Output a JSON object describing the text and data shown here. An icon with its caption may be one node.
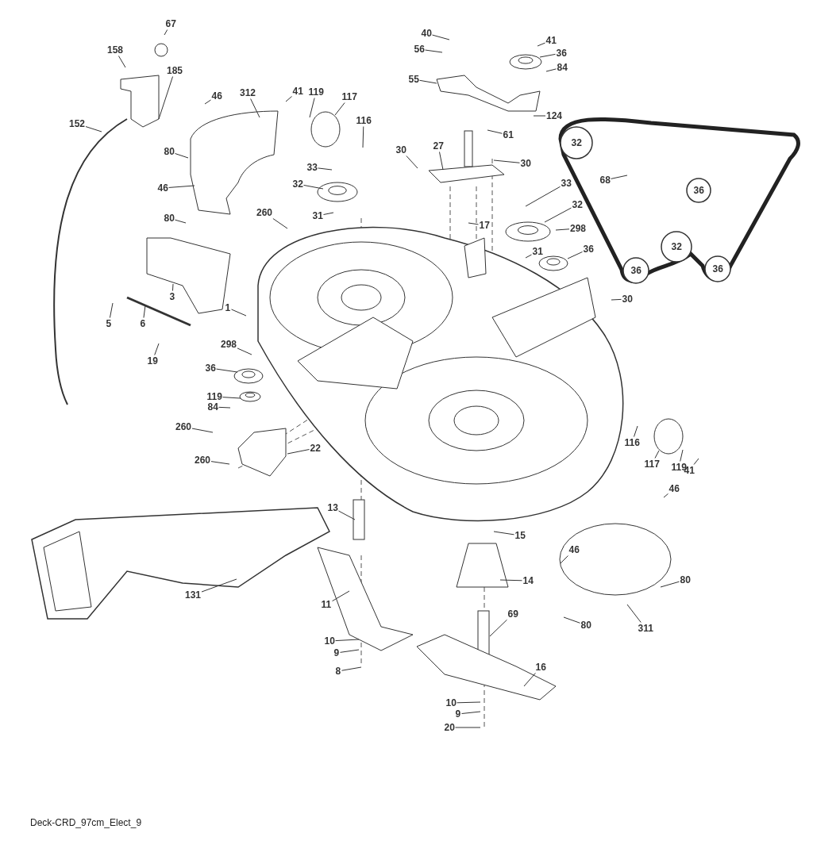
{
  "diagram": {
    "caption": "Deck-CRD_97cm_Elect_9",
    "nodes": [
      {
        "text": [
          "67"
        ]
      },
      {
        "text": [
          "158"
        ]
      },
      {
        "text": [
          "185"
        ]
      },
      {
        "text": [
          "152"
        ]
      },
      {
        "text": [
          "46"
        ]
      },
      {
        "text": [
          "312"
        ]
      },
      {
        "text": [
          "41"
        ]
      },
      {
        "text": [
          "119"
        ]
      },
      {
        "text": [
          "117"
        ]
      },
      {
        "text": [
          "116"
        ]
      },
      {
        "text": [
          "80"
        ]
      },
      {
        "text": [
          "46"
        ]
      },
      {
        "text": [
          "80"
        ]
      },
      {
        "text": [
          "33"
        ]
      },
      {
        "text": [
          "32"
        ]
      },
      {
        "text": [
          "31"
        ]
      },
      {
        "text": [
          "260"
        ]
      },
      {
        "text": [
          "3"
        ]
      },
      {
        "text": [
          "5"
        ]
      },
      {
        "text": [
          "6"
        ]
      },
      {
        "text": [
          "19"
        ]
      },
      {
        "text": [
          "1"
        ]
      },
      {
        "text": [
          "298"
        ]
      },
      {
        "text": [
          "36"
        ]
      },
      {
        "text": [
          "119"
        ]
      },
      {
        "text": [
          "84"
        ]
      },
      {
        "text": [
          "260"
        ]
      },
      {
        "text": [
          "260"
        ]
      },
      {
        "text": [
          "22"
        ]
      },
      {
        "text": [
          "40"
        ]
      },
      {
        "text": [
          "56"
        ]
      },
      {
        "text": [
          "55"
        ]
      },
      {
        "text": [
          "41"
        ]
      },
      {
        "text": [
          "36"
        ]
      },
      {
        "text": [
          "84"
        ]
      },
      {
        "text": [
          "124"
        ]
      },
      {
        "text": [
          "61"
        ]
      },
      {
        "text": [
          "30"
        ]
      },
      {
        "text": [
          "27"
        ]
      },
      {
        "text": [
          "30"
        ]
      },
      {
        "text": [
          "17"
        ]
      },
      {
        "text": [
          "33"
        ]
      },
      {
        "text": [
          "32"
        ]
      },
      {
        "text": [
          "298"
        ]
      },
      {
        "text": [
          "31"
        ]
      },
      {
        "text": [
          "36"
        ]
      },
      {
        "text": [
          "68"
        ]
      },
      {
        "text": [
          "30"
        ]
      },
      {
        "text": [
          "116"
        ]
      },
      {
        "text": [
          "117"
        ]
      },
      {
        "text": [
          "119"
        ]
      },
      {
        "text": [
          "41"
        ]
      },
      {
        "text": [
          "46"
        ]
      },
      {
        "text": [
          "46"
        ]
      },
      {
        "text": [
          "80"
        ]
      },
      {
        "text": [
          "80"
        ]
      },
      {
        "text": [
          "311"
        ]
      },
      {
        "text": [
          "13"
        ]
      },
      {
        "text": [
          "15"
        ]
      },
      {
        "text": [
          "14"
        ]
      },
      {
        "text": [
          "131"
        ]
      },
      {
        "text": [
          "11"
        ]
      },
      {
        "text": [
          "10"
        ]
      },
      {
        "text": [
          "9"
        ]
      },
      {
        "text": [
          "8"
        ]
      },
      {
        "text": [
          "69"
        ]
      },
      {
        "text": [
          "16"
        ]
      },
      {
        "text": [
          "10"
        ]
      },
      {
        "text": [
          "9"
        ]
      },
      {
        "text": [
          "20"
        ]
      }
    ],
    "edges": [
      {
        "from": 0,
        "to": null,
        "arrow": "none"
      },
      {
        "from": 1,
        "to": null,
        "arrow": "none"
      },
      {
        "from": 2,
        "to": null,
        "arrow": "none"
      },
      {
        "from": 3,
        "to": null,
        "arrow": "none"
      },
      {
        "from": 4,
        "to": null,
        "arrow": "none"
      },
      {
        "from": 5,
        "to": null,
        "arrow": "none"
      },
      {
        "from": 6,
        "to": null,
        "arrow": "none"
      },
      {
        "from": 7,
        "to": null,
        "arrow": "none"
      },
      {
        "from": 8,
        "to": null,
        "arrow": "none"
      },
      {
        "from": 9,
        "to": null,
        "arrow": "none"
      },
      {
        "from": 10,
        "to": null,
        "arrow": "none"
      },
      {
        "from": 11,
        "to": null,
        "arrow": "none"
      },
      {
        "from": 12,
        "to": null,
        "arrow": "none"
      },
      {
        "from": 13,
        "to": null,
        "arrow": "none"
      },
      {
        "from": 14,
        "to": null,
        "arrow": "none"
      },
      {
        "from": 15,
        "to": null,
        "arrow": "none"
      },
      {
        "from": 16,
        "to": null,
        "arrow": "none"
      },
      {
        "from": 17,
        "to": null,
        "arrow": "none"
      },
      {
        "from": 18,
        "to": null,
        "arrow": "none"
      },
      {
        "from": 19,
        "to": null,
        "arrow": "none"
      },
      {
        "from": 20,
        "to": null,
        "arrow": "none"
      },
      {
        "from": 21,
        "to": null,
        "arrow": "none"
      },
      {
        "from": 22,
        "to": null,
        "arrow": "none"
      },
      {
        "from": 23,
        "to": null,
        "arrow": "none"
      },
      {
        "from": 24,
        "to": null,
        "arrow": "none"
      },
      {
        "from": 25,
        "to": null,
        "arrow": "none"
      },
      {
        "from": 26,
        "to": null,
        "arrow": "none"
      },
      {
        "from": 27,
        "to": null,
        "arrow": "none"
      },
      {
        "from": 28,
        "to": null,
        "arrow": "none"
      },
      {
        "from": 29,
        "to": null,
        "arrow": "none"
      },
      {
        "from": 30,
        "to": null,
        "arrow": "none"
      },
      {
        "from": 31,
        "to": null,
        "arrow": "none"
      },
      {
        "from": 32,
        "to": null,
        "arrow": "none"
      },
      {
        "from": 33,
        "to": null,
        "arrow": "none"
      },
      {
        "from": 34,
        "to": null,
        "arrow": "none"
      },
      {
        "from": 35,
        "to": null,
        "arrow": "none"
      },
      {
        "from": 36,
        "to": null,
        "arrow": "none"
      },
      {
        "from": 37,
        "to": null,
        "arrow": "none"
      },
      {
        "from": 38,
        "to": null,
        "arrow": "none"
      },
      {
        "from": 39,
        "to": null,
        "arrow": "none"
      },
      {
        "from": 40,
        "to": null,
        "arrow": "none"
      },
      {
        "from": 41,
        "to": null,
        "arrow": "none"
      },
      {
        "from": 42,
        "to": null,
        "arrow": "none"
      },
      {
        "from": 43,
        "to": null,
        "arrow": "none"
      },
      {
        "from": 44,
        "to": null,
        "arrow": "none"
      },
      {
        "from": 45,
        "to": null,
        "arrow": "none"
      },
      {
        "from": 46,
        "to": null,
        "arrow": "none"
      },
      {
        "from": 47,
        "to": null,
        "arrow": "none"
      },
      {
        "from": 48,
        "to": null,
        "arrow": "none"
      },
      {
        "from": 49,
        "to": null,
        "arrow": "none"
      },
      {
        "from": 50,
        "to": null,
        "arrow": "none"
      },
      {
        "from": 51,
        "to": null,
        "arrow": "none"
      },
      {
        "from": 52,
        "to": null,
        "arrow": "none"
      },
      {
        "from": 53,
        "to": null,
        "arrow": "none"
      },
      {
        "from": 54,
        "to": null,
        "arrow": "none"
      },
      {
        "from": 55,
        "to": null,
        "arrow": "none"
      },
      {
        "from": 56,
        "to": null,
        "arrow": "none"
      },
      {
        "from": 57,
        "to": null,
        "arrow": "none"
      },
      {
        "from": 58,
        "to": null,
        "arrow": "none"
      },
      {
        "from": 59,
        "to": null,
        "arrow": "none"
      },
      {
        "from": 60,
        "to": null,
        "arrow": "none"
      },
      {
        "from": 61,
        "to": null,
        "arrow": "none"
      },
      {
        "from": 62,
        "to": null,
        "arrow": "none"
      },
      {
        "from": 63,
        "to": null,
        "arrow": "none"
      },
      {
        "from": 64,
        "to": null,
        "arrow": "none"
      },
      {
        "from": 65,
        "to": null,
        "arrow": "none"
      },
      {
        "from": 66,
        "to": null,
        "arrow": "none"
      },
      {
        "from": 67,
        "to": null,
        "arrow": "none"
      },
      {
        "from": 68,
        "to": null,
        "arrow": "none"
      },
      {
        "from": 69,
        "to": null,
        "arrow": "none"
      }
    ],
    "labels": [
      "32",
      "36",
      "32",
      "36",
      "36"
    ]
  }
}
